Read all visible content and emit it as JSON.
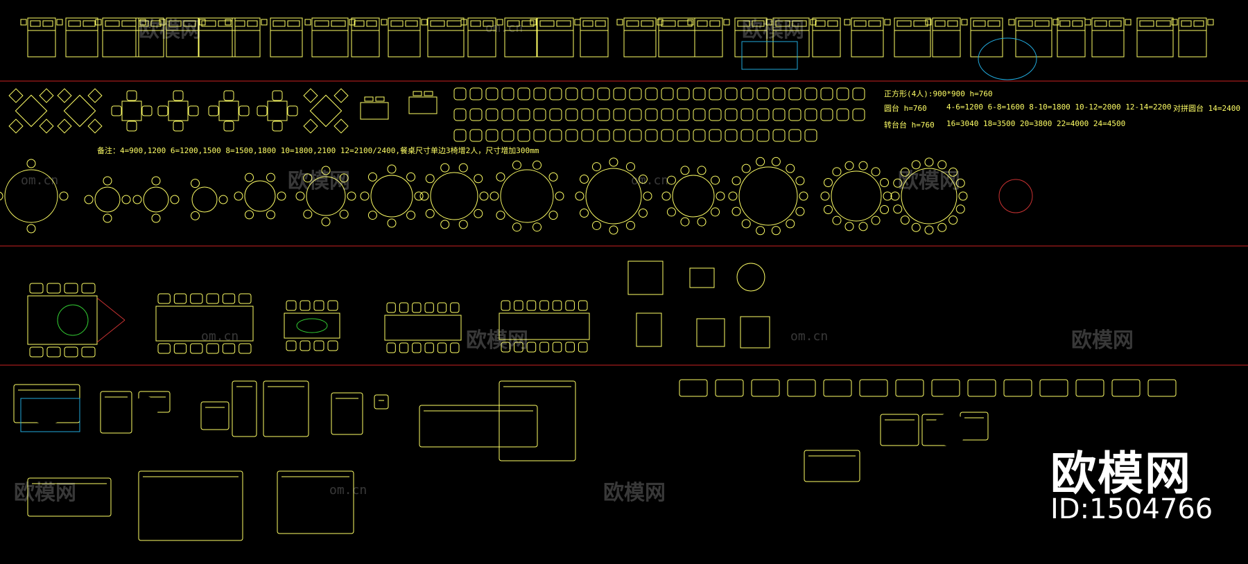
{
  "colors": {
    "background": "#000000",
    "linework_primary": "#ffff66",
    "linework_secondary": "#ffffff",
    "section_divider": "#cc2222",
    "rug_cyan": "#22aadd",
    "accent_red": "#cc3333",
    "accent_green": "#33cc33",
    "watermark": "#ffffff"
  },
  "annotations": {
    "dining_sizes": "备注：4=900,1200    6=1200,1500    8=1500,1800    10=1800,2100    12=2100/2400,餐桌尺寸单边3椅增2人，尺寸增加300mm",
    "square_table": "正方形(4人):900*900 h=760",
    "round_table_sizes": "4-6=1200   6-8=1600   8-10=1800   10-12=2000   12-14=2200",
    "round_table_label": "圆台 h=760",
    "banquet_table_label": "转台台 h=760",
    "banquet_sizes": "16=3040   18=3500   20=3800   22=4000   24=4500",
    "special_table": "对拼圆台 14=2400"
  },
  "watermark": {
    "brand_text": "欧模网",
    "url_text": "om.cn"
  },
  "brand_stamp": {
    "title": "欧模网",
    "id_text": "ID:1504766"
  }
}
